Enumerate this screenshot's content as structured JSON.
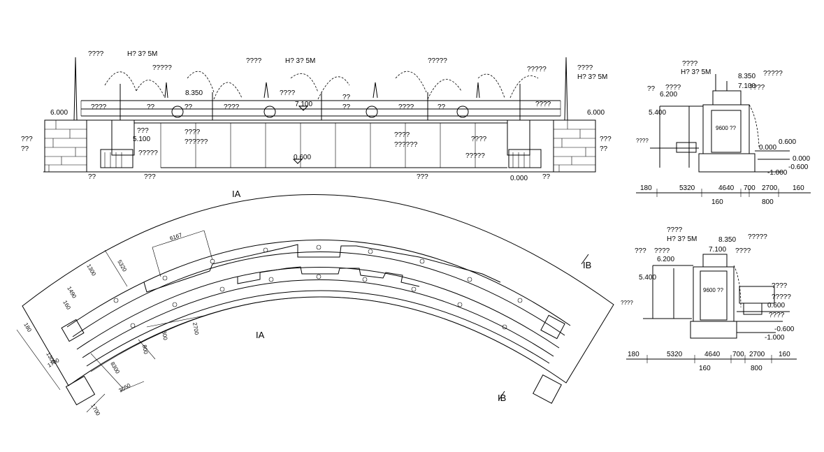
{
  "elevation": {
    "labels": {
      "q4": "????",
      "h35": "H? 3? 5M",
      "q5": "?????",
      "q3": "???",
      "q2": "??",
      "q6": "??????",
      "el_8350": "8.350",
      "el_7100": "7.100",
      "el_6000": "6.000",
      "el_5100": "5.100",
      "el_0600": "0.600",
      "el_0000": "0.000"
    }
  },
  "section_1": {
    "labels": {
      "q4": "????",
      "h35": "H? 3? 5M",
      "q5": "?????",
      "q2": "??",
      "el_8350": "8.350",
      "el_7100": "7.100",
      "el_6200": "6.200",
      "el_5400": "5.400",
      "el_0600": "0.600",
      "el_0000": "0.000",
      "el_m0600": "-0.600",
      "el_m1000": "-1.000",
      "tank": "9600 ??"
    },
    "dims": [
      "180",
      "5320",
      "4640",
      "700",
      "2700",
      "160",
      "160",
      "800"
    ]
  },
  "section_2": {
    "labels": {
      "q4": "????",
      "h35": "H? 3? 5M",
      "q5": "?????",
      "q3": "???",
      "el_8350": "8.350",
      "el_7100": "7.100",
      "el_6200": "6.200",
      "el_5400": "5.400",
      "el_0600": "0.600",
      "el_m0600": "-0.600",
      "el_m1000": "-1.000",
      "tank": "9600 ??"
    },
    "dims": [
      "180",
      "5320",
      "4640",
      "700",
      "2700",
      "160",
      "160",
      "800"
    ]
  },
  "plan": {
    "section_marks": [
      "IA",
      "IB",
      "IA",
      "IB"
    ],
    "dims": [
      "6167",
      "5320",
      "1300",
      "1490",
      "160",
      "180",
      "1300",
      "1700",
      "2700",
      "300",
      "800",
      "8300",
      "3050",
      "1700"
    ]
  }
}
